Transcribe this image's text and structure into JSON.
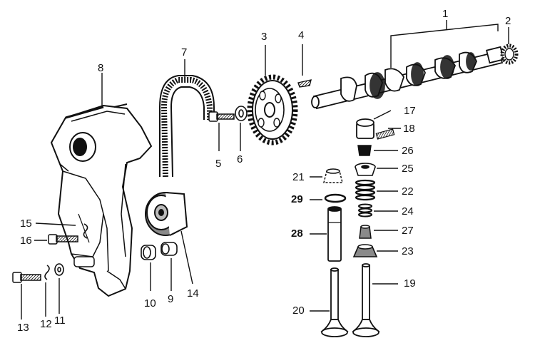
{
  "callouts": [
    {
      "id": "p1",
      "label": "1"
    },
    {
      "id": "p2",
      "label": "2"
    },
    {
      "id": "p3",
      "label": "3"
    },
    {
      "id": "p4",
      "label": "4"
    },
    {
      "id": "p5",
      "label": "5"
    },
    {
      "id": "p6",
      "label": "6"
    },
    {
      "id": "p7",
      "label": "7"
    },
    {
      "id": "p8",
      "label": "8"
    },
    {
      "id": "p9",
      "label": "9"
    },
    {
      "id": "p10",
      "label": "10"
    },
    {
      "id": "p11",
      "label": "11"
    },
    {
      "id": "p12",
      "label": "12"
    },
    {
      "id": "p13",
      "label": "13"
    },
    {
      "id": "p14",
      "label": "14"
    },
    {
      "id": "p15",
      "label": "15"
    },
    {
      "id": "p16",
      "label": "16"
    },
    {
      "id": "p17",
      "label": "17"
    },
    {
      "id": "p18",
      "label": "18"
    },
    {
      "id": "p19",
      "label": "19"
    },
    {
      "id": "p20",
      "label": "20"
    },
    {
      "id": "p21",
      "label": "21"
    },
    {
      "id": "p22",
      "label": "22"
    },
    {
      "id": "p23",
      "label": "23"
    },
    {
      "id": "p24",
      "label": "24"
    },
    {
      "id": "p25",
      "label": "25"
    },
    {
      "id": "p26",
      "label": "26"
    },
    {
      "id": "p27",
      "label": "27"
    },
    {
      "id": "p28",
      "label": "28"
    },
    {
      "id": "p29",
      "label": "29"
    }
  ],
  "colors": {
    "ink": "#111111",
    "paper": "#ffffff",
    "shade": "#8a8a8a"
  }
}
